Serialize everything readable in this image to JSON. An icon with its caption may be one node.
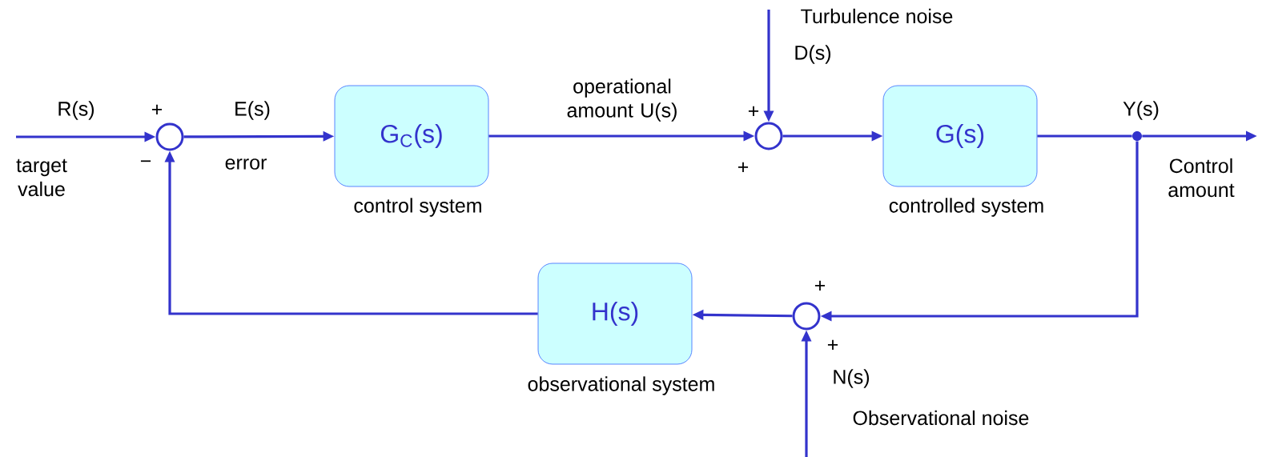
{
  "diagram": {
    "nodes": [
      {
        "text": [],
        "shape": "circle"
      },
      {
        "text": [
          "G$_{C}$(s)"
        ],
        "beside": [
          "control system"
        ]
      },
      {
        "text": [],
        "shape": "circle"
      },
      {
        "text": [
          "G(s)"
        ],
        "beside": [
          "controlled system"
        ]
      },
      {
        "text": [],
        "shape": "circle"
      },
      {
        "text": [],
        "shape": "circle"
      },
      {
        "text": [
          "H(s)"
        ],
        "beside": [
          "observational system"
        ]
      }
    ],
    "edges": [
      {
        "from": null,
        "to": 0,
        "arrow": "to",
        "label": "R(s)"
      },
      {
        "from": 0,
        "to": 1,
        "arrow": "to",
        "label": "E(s)"
      },
      {
        "from": 1,
        "to": 2,
        "arrow": "to",
        "label": "operational amount U(s)"
      },
      {
        "from": null,
        "to": 2,
        "arrow": "to",
        "label": "D(s)"
      },
      {
        "from": 2,
        "to": 3,
        "arrow": "to"
      },
      {
        "from": 3,
        "to": 4,
        "arrow": "none"
      },
      {
        "from": 4,
        "to": null,
        "arrow": "to",
        "label": "Y(s)"
      },
      {
        "from": 4,
        "to": 5,
        "arrow": "to"
      },
      {
        "from": 5,
        "to": 6,
        "arrow": "to"
      },
      {
        "from": 6,
        "to": 0,
        "arrow": "to"
      },
      {
        "from": null,
        "to": 5,
        "arrow": "to",
        "label": "N(s)"
      }
    ],
    "labels": [
      "target value",
      "+",
      "−",
      "error",
      "Turbulence noise",
      "+",
      "+",
      "Control amount",
      "+",
      "+",
      "Observational noise"
    ]
  }
}
